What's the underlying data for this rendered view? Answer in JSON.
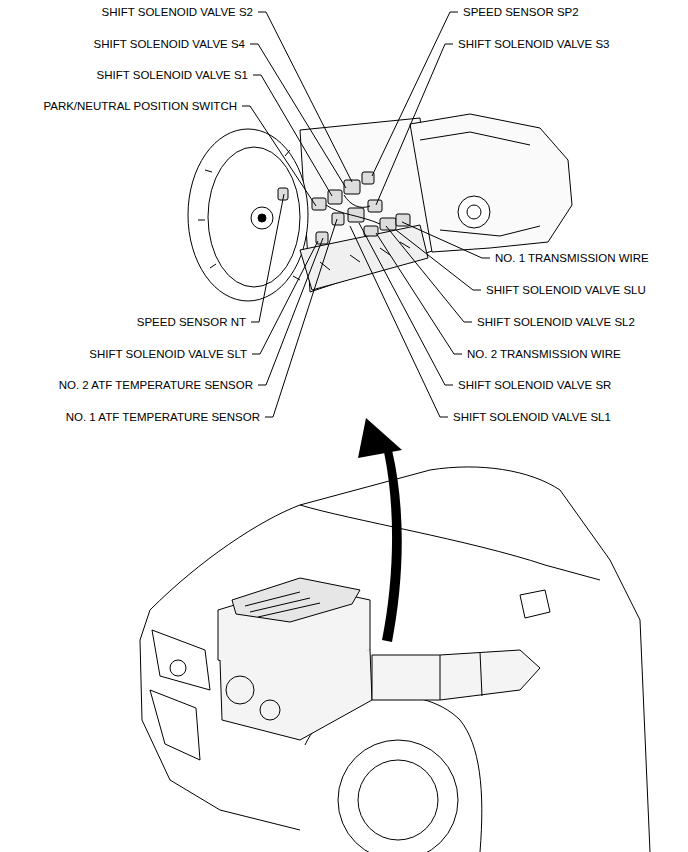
{
  "diagram": {
    "labels": [
      "SHIFT SOLENOID VALVE S2",
      "SPEED SENSOR SP2",
      "SHIFT SOLENOID VALVE S4",
      "SHIFT SOLENOID VALVE S3",
      "SHIFT SOLENOID VALVE S1",
      "PARK/NEUTRAL POSITION SWITCH",
      "NO. 1 TRANSMISSION WIRE",
      "SHIFT SOLENOID VALVE SLU",
      "SPEED SENSOR NT",
      "SHIFT SOLENOID VALVE SL2",
      "SHIFT SOLENOID VALVE SLT",
      "NO. 2 TRANSMISSION WIRE",
      "NO. 2 ATF TEMPERATURE SENSOR",
      "SHIFT SOLENOID VALVE SR",
      "NO. 1 ATF TEMPERATURE SENSOR",
      "SHIFT SOLENOID VALVE SL1"
    ]
  }
}
